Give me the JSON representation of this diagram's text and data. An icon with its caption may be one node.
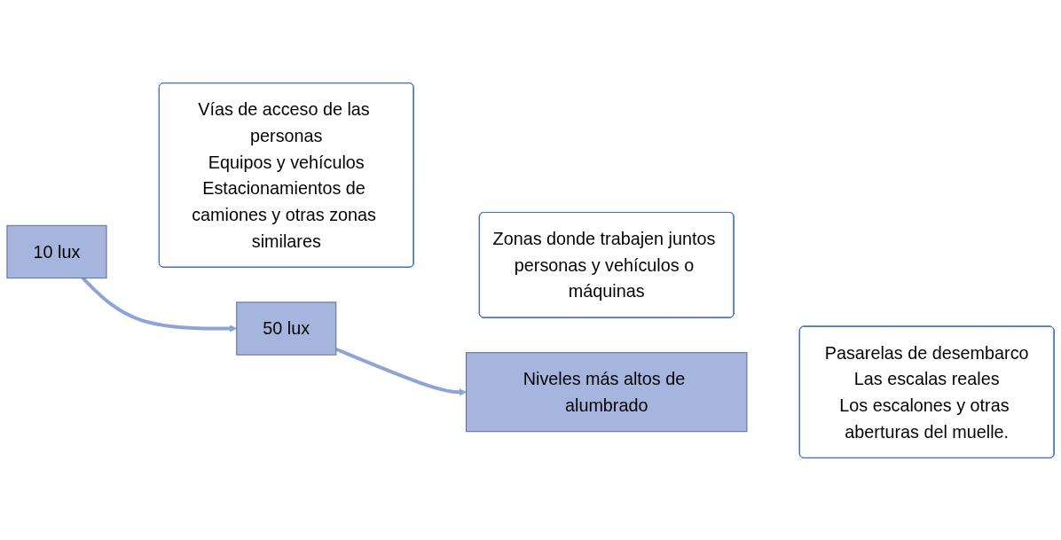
{
  "diagram": {
    "nodes": [
      {
        "text": [
          "10 lux"
        ]
      },
      {
        "text": [
          "Vías de acceso de las personas",
          "Equipos y vehículos",
          "Estacionamientos de camiones y otras zonas similares"
        ]
      },
      {
        "text": [
          "50 lux"
        ]
      },
      {
        "text": [
          "Zonas donde trabajen juntos personas y vehículos o máquinas"
        ]
      },
      {
        "text": [
          "Niveles más altos de alumbrado"
        ]
      },
      {
        "text": [
          "Pasarelas de desembarco",
          "Las escalas reales",
          "Los escalones y otras aberturas del muelle."
        ]
      }
    ],
    "edges": [
      {
        "from": 0,
        "to": 2,
        "arrow": "to"
      },
      {
        "from": 2,
        "to": 4,
        "arrow": "to"
      }
    ]
  }
}
